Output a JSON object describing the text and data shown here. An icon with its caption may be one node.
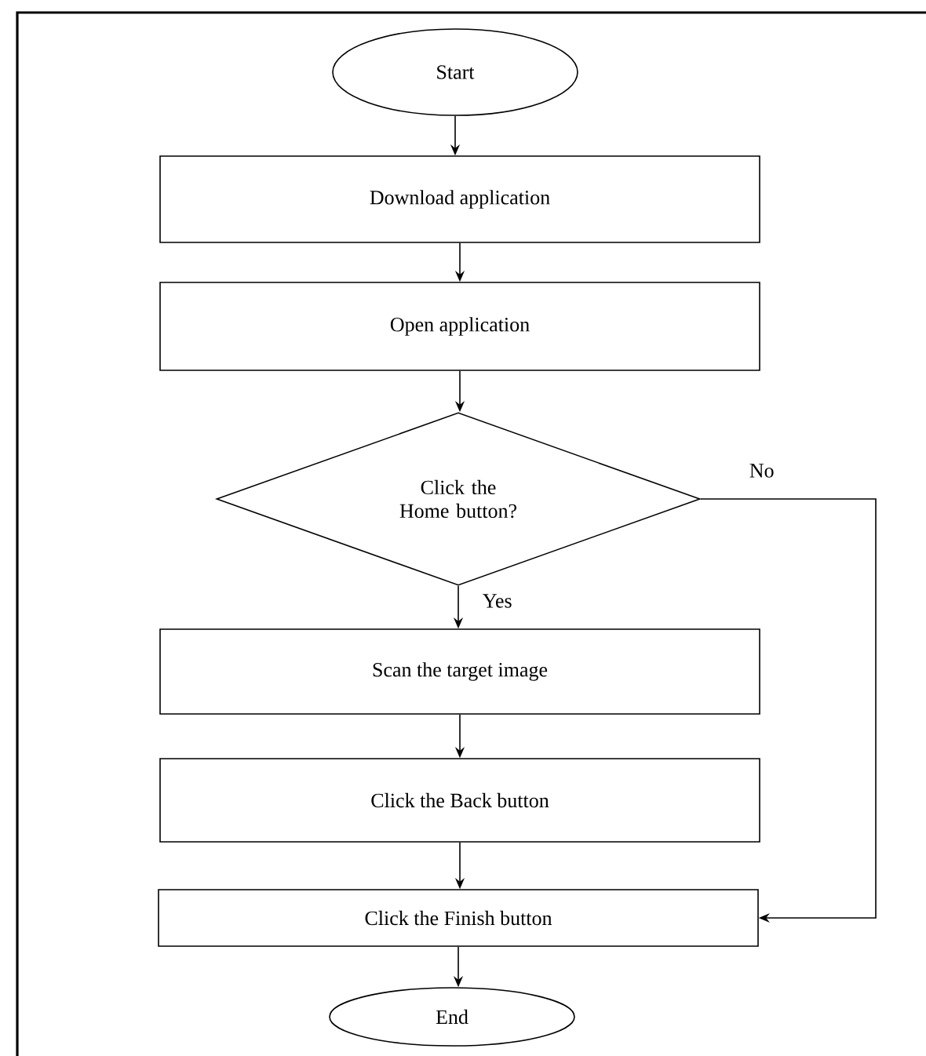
{
  "diagram": {
    "nodes": [
      {
        "text": [
          "Start"
        ]
      },
      {
        "text": [
          "Download application"
        ]
      },
      {
        "text": [
          "Open application"
        ]
      },
      {
        "text": [
          "Click the Home button?"
        ]
      },
      {
        "text": [
          "Scan the target image"
        ]
      },
      {
        "text": [
          "Click the Back button"
        ]
      },
      {
        "text": [
          "Click the Finish button"
        ]
      },
      {
        "text": [
          "End"
        ]
      }
    ],
    "edges": [
      {
        "from": 0,
        "to": 1,
        "arrow": "to"
      },
      {
        "from": 1,
        "to": 2,
        "arrow": "to"
      },
      {
        "from": 2,
        "to": 3,
        "arrow": "to"
      },
      {
        "from": 3,
        "to": 4,
        "arrow": "to",
        "label": "Yes"
      },
      {
        "from": 4,
        "to": 5,
        "arrow": "to"
      },
      {
        "from": 5,
        "to": 6,
        "arrow": "to"
      },
      {
        "from": 3,
        "to": 6,
        "arrow": "to",
        "label": "No"
      },
      {
        "from": 6,
        "to": 7,
        "arrow": "to"
      }
    ]
  }
}
